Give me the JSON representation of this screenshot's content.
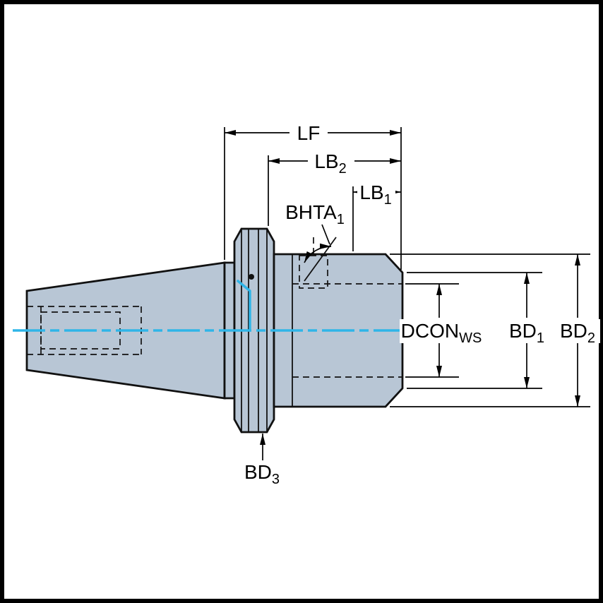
{
  "figure": {
    "title": "Tool holder dimensional drawing",
    "background_color": "#ffffff",
    "border_color": "#000000",
    "body_fill": "#b8c6d5",
    "outline_color": "#111111",
    "centerline_color": "#2fb5e8",
    "dimension_color": "#000000"
  },
  "labels": {
    "lf": {
      "main": "LF",
      "sub": ""
    },
    "lb2": {
      "main": "LB",
      "sub": "2"
    },
    "lb1": {
      "main": "LB",
      "sub": "1"
    },
    "bhta1": {
      "main": "BHTA",
      "sub": "1"
    },
    "dcon_ws": {
      "main": "DCON",
      "sub": "WS"
    },
    "bd1": {
      "main": "BD",
      "sub": "1"
    },
    "bd2": {
      "main": "BD",
      "sub": "2"
    },
    "bd3": {
      "main": "BD",
      "sub": "3"
    }
  }
}
